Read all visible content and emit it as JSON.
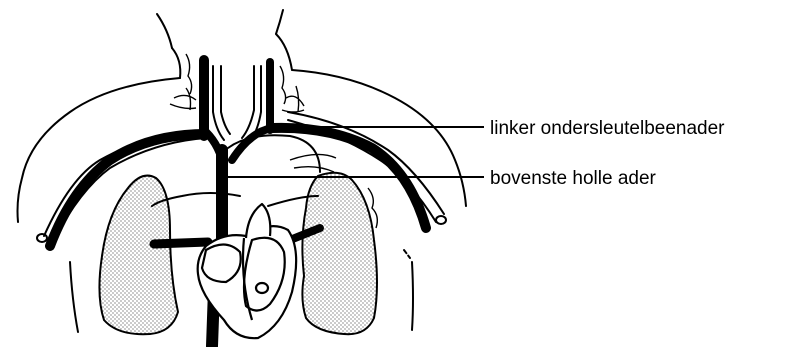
{
  "colors": {
    "ink": "#000000",
    "background": "#ffffff",
    "lung_fill": "stipple"
  },
  "labels": {
    "subclavian_vein": "linker ondersleutelbeenader",
    "superior_vena_cava": "bovenste holle ader"
  }
}
